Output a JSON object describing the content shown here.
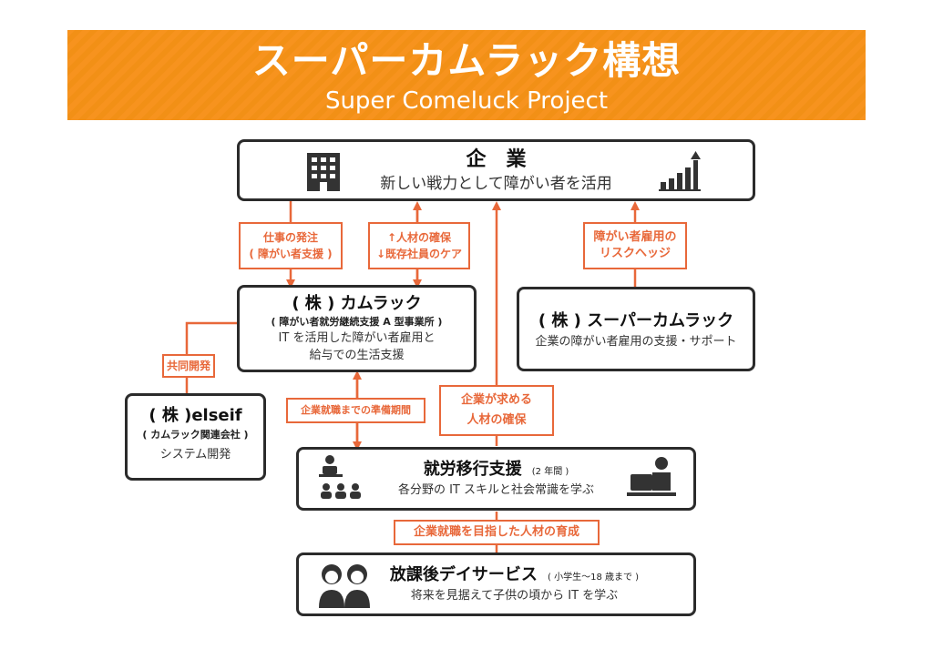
{
  "banner": {
    "title": "スーパーカムラック構想",
    "subtitle": "Super Comeluck Project"
  },
  "company": {
    "title": "企　業",
    "desc": "新しい戦力として障がい者を活用",
    "left_icon": "building-icon",
    "right_icon": "growth-chart-icon"
  },
  "comeluck": {
    "title": "( 株 ) カムラック",
    "sub": "( 障がい者就労継続支援 A 型事業所 )",
    "desc_line1": "IT を活用した障がい者雇用と",
    "desc_line2": "給与での生活支援"
  },
  "super_comeluck": {
    "title": "( 株 ) スーパーカムラック",
    "desc": "企業の障がい者雇用の支援・サポート"
  },
  "elseif": {
    "title": "( 株 )elseif",
    "sub": "( カムラック関連会社 )",
    "desc": "システム開発"
  },
  "transition": {
    "title": "就労移行支援",
    "note": "(2 年間 )",
    "desc": "各分野の IT スキルと社会常識を学ぶ",
    "left_icon": "seminar-icon",
    "right_icon": "computer-worker-icon"
  },
  "after_school": {
    "title": "放課後デイサービス",
    "note": "( 小学生〜18 歳まで )",
    "desc": "将来を見据えて子供の頃から IT を学ぶ",
    "left_icon": "children-icon"
  },
  "labels": {
    "order_line1": "仕事の発注",
    "order_line2": "( 障がい者支援 )",
    "talent_line1": "↑人材の確保",
    "talent_line2": "↓既存社員のケア",
    "hedge_line1": "障がい者雇用の",
    "hedge_line2": "リスクヘッジ",
    "joint": "共同開発",
    "prep": "企業就職までの準備期間",
    "secure_line1": "企業が求める",
    "secure_line2": "人材の確保",
    "develop": "企業就職を目指した人材の育成"
  },
  "colors": {
    "accent": "#e8683a",
    "banner": "#f7931e",
    "border": "#2b2b2b"
  }
}
